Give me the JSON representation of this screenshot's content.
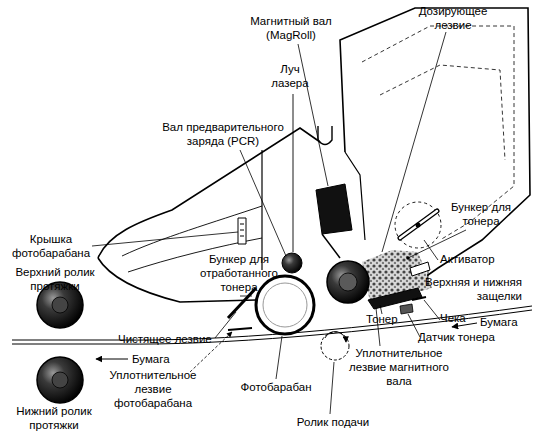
{
  "diagram": {
    "labels": [
      "Магнитный вал (MagRoll)",
      "Дозирующее лезвие",
      "Луч лазера",
      "Вал предварительного заряда (PCR)",
      "Бункер для тонера",
      "Крышка фотобарабана",
      "Верхний ролик протяжки",
      "Бункер для отработанного тонера",
      "Активатор",
      "Верхняя и нижняя защелки",
      "Чека",
      "Бумага",
      "Датчик тонера",
      "Чистящее лезвие",
      "Тонер",
      "Бумага",
      "Уплотнительное лезвие магнитного вала",
      "Фотобарабан",
      "Уплотнительное лезвие фотобарабана",
      "Ролик подачи",
      "Нижний ролик протяжки"
    ]
  }
}
